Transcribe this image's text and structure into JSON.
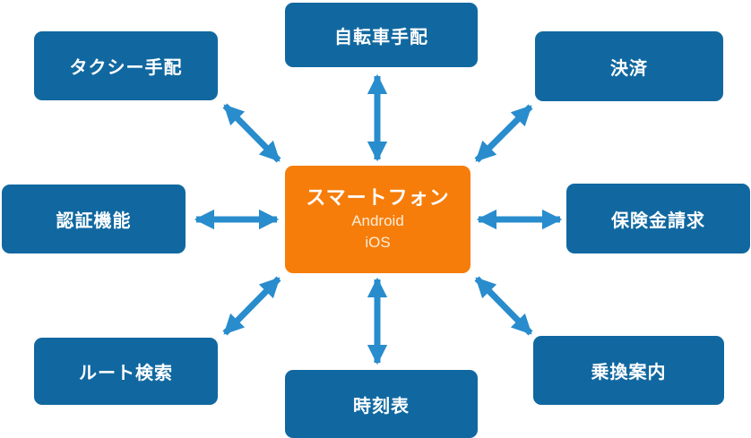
{
  "diagram": {
    "center": {
      "label": "スマートフォン",
      "sublabels": [
        "Android",
        "iOS"
      ]
    },
    "nodes": [
      {
        "id": "taxi-booking",
        "label": "タクシー手配"
      },
      {
        "id": "bicycle-booking",
        "label": "自転車手配"
      },
      {
        "id": "payment",
        "label": "決済"
      },
      {
        "id": "authentication",
        "label": "認証機能"
      },
      {
        "id": "insurance-claim",
        "label": "保険金請求"
      },
      {
        "id": "route-search",
        "label": "ルート検索"
      },
      {
        "id": "timetable",
        "label": "時刻表"
      },
      {
        "id": "transit-guide",
        "label": "乗換案内"
      }
    ],
    "colors": {
      "node_fill": "#1168A0",
      "center_fill": "#F67D0A",
      "arrow": "#288CCD",
      "node_text": "#FFFFFF",
      "center_subtext": "#FBEDD9",
      "background": "#FFFFFF"
    }
  }
}
